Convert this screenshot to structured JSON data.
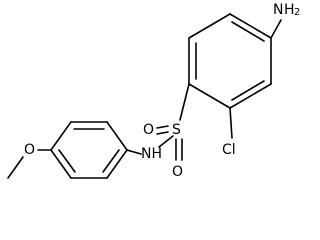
{
  "molecule": {
    "atoms": {
      "amino": {
        "element": "N",
        "hydrogens": "H",
        "hydrogen_count": "2"
      },
      "chloro": {
        "element": "Cl"
      },
      "sulfonyl_sulfur": {
        "element": "S"
      },
      "sulfonyl_oxygen_left": {
        "element": "O"
      },
      "sulfonyl_oxygen_bottom": {
        "element": "O"
      },
      "amide_nitrogen": {
        "element": "NH"
      },
      "methoxy_oxygen": {
        "element": "O"
      }
    }
  }
}
